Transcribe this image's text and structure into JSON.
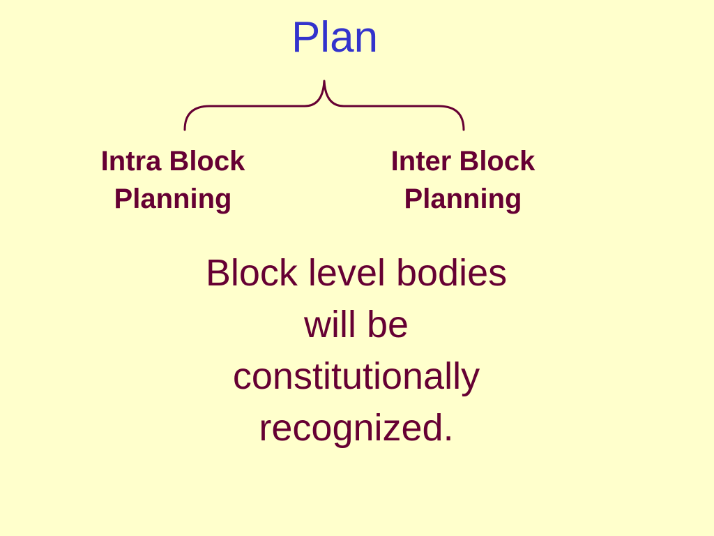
{
  "slide": {
    "title": "Plan",
    "branches": [
      {
        "lines": [
          "Intra Block",
          "Planning"
        ]
      },
      {
        "lines": [
          "Inter Block",
          "Planning"
        ]
      }
    ],
    "body_lines": [
      "Block level bodies",
      "will be",
      "constitutionally",
      "recognized."
    ],
    "colors": {
      "background": "#ffffcc",
      "title": "#3333cc",
      "text": "#660033"
    }
  }
}
